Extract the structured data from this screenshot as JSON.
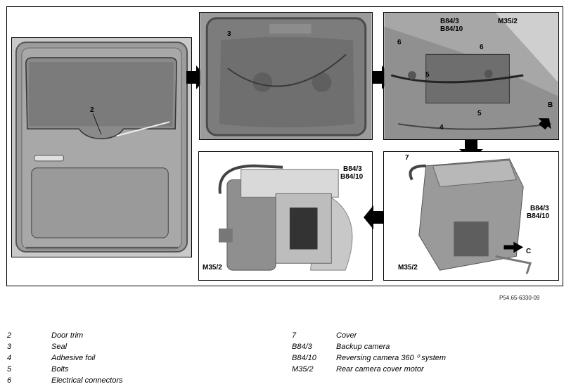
{
  "labels": {
    "p1_2": "2",
    "p2_3": "3",
    "p3_6a": "6",
    "p3_b84_3": "B84/3",
    "p3_b84_10": "B84/10",
    "p3_m35_2": "M35/2",
    "p3_5a": "5",
    "p3_6b": "6",
    "p3_5b": "5",
    "p3_4": "4",
    "p3_b": "B",
    "p4_b84_3": "B84/3",
    "p4_b84_10": "B84/10",
    "p4_m35_2": "M35/2",
    "p5_7": "7",
    "p5_b84_3": "B84/3",
    "p5_b84_10": "B84/10",
    "p5_c": "C",
    "p5_m35_2": "M35/2"
  },
  "figure_ref": "P54.65-6330-09",
  "legend_left": [
    {
      "key": "2",
      "text": "Door trim"
    },
    {
      "key": "3",
      "text": "Seal"
    },
    {
      "key": "4",
      "text": "Adhesive foil"
    },
    {
      "key": "5",
      "text": "Bolts"
    },
    {
      "key": "6",
      "text": "Electrical connectors"
    }
  ],
  "legend_right": [
    {
      "key": "7",
      "text": "Cover"
    },
    {
      "key": "B84/3",
      "text": "Backup camera"
    },
    {
      "key": "B84/10",
      "text": "Reversing camera 360 ⁰ system"
    },
    {
      "key": "M35/2",
      "text": "Rear camera cover motor"
    }
  ]
}
